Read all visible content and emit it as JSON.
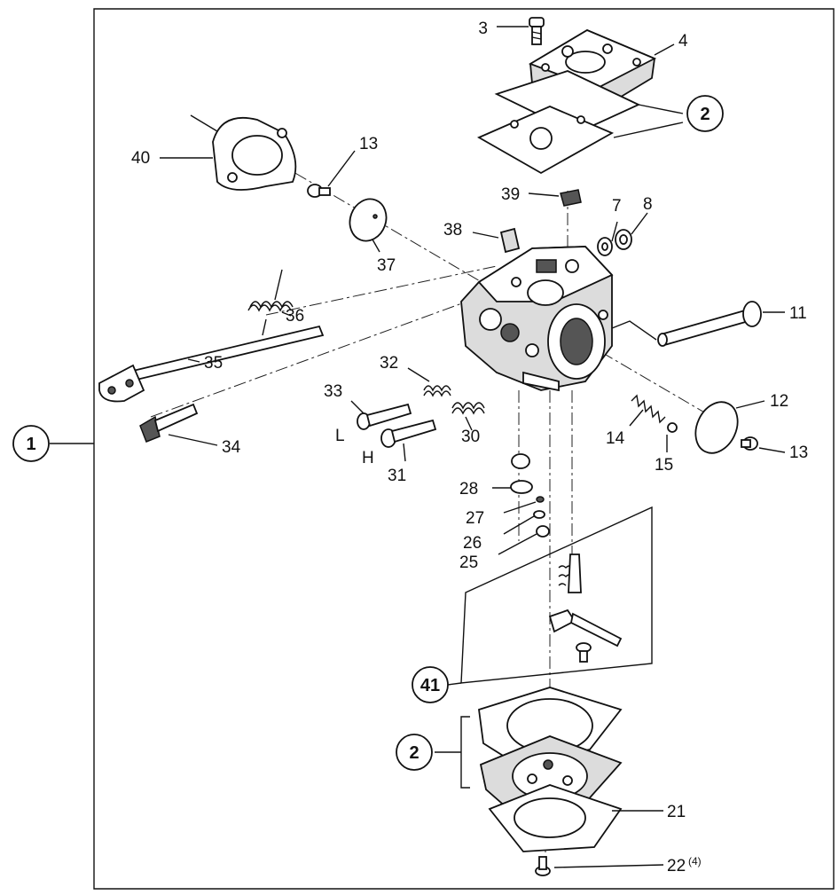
{
  "callouts": {
    "c1": "1",
    "c2_top": "2",
    "c2_bottom": "2",
    "c41": "41"
  },
  "labels": {
    "n3": "3",
    "n4": "4",
    "n7": "7",
    "n8": "8",
    "n11": "11",
    "n12": "12",
    "n13_top": "13",
    "n13_right": "13",
    "n14": "14",
    "n15": "15",
    "n21": "21",
    "n22": "22",
    "n22_qty": "(4)",
    "n25": "25",
    "n26": "26",
    "n27": "27",
    "n28": "28",
    "n30": "30",
    "n31": "31",
    "n32": "32",
    "n33": "33",
    "n34": "34",
    "n35": "35",
    "n36": "36",
    "n37": "37",
    "n38": "38",
    "n39": "39",
    "n40": "40",
    "screw_L": "L",
    "screw_H": "H"
  }
}
